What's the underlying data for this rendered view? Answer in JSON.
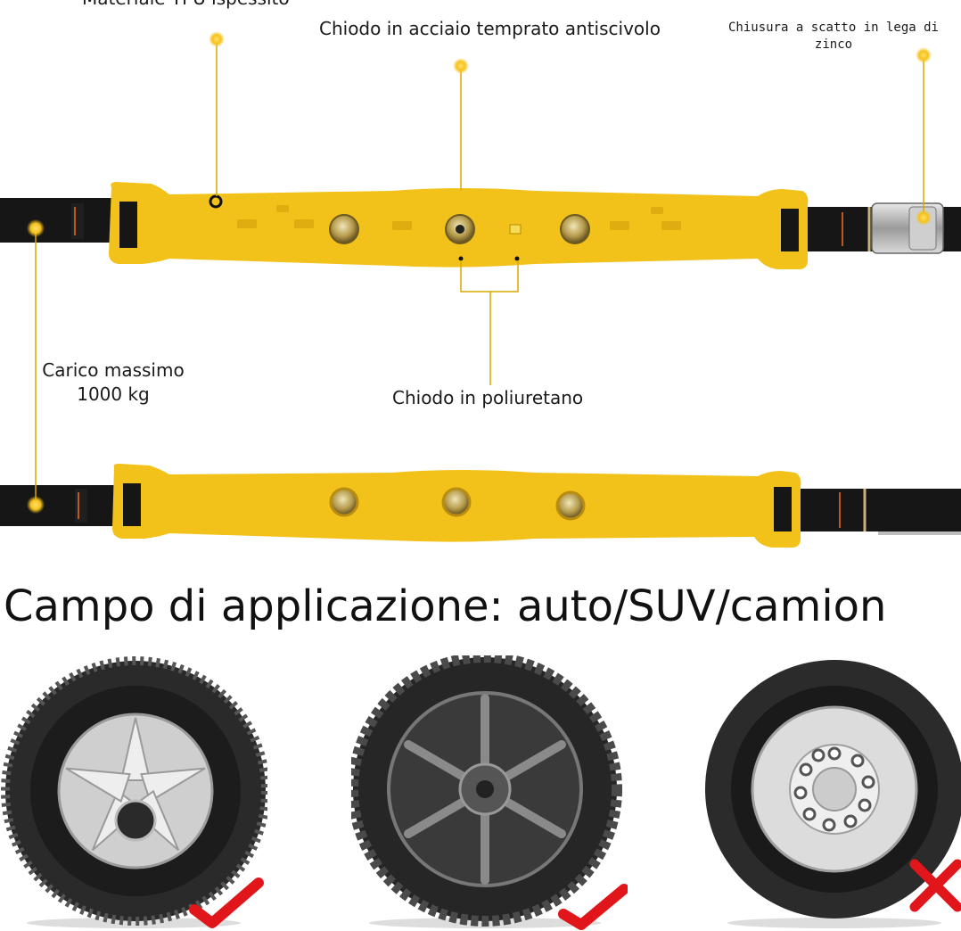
{
  "labels": {
    "tpu_material": "Materiale TPU ispessito",
    "steel_stud": "Chiodo in acciaio temprato antiscivolo",
    "zinc_buckle": "Chiusura a scatto in lega di zinco",
    "max_load": "Carico massimo 1000 kg",
    "pu_stud": "Chiodo in poliuretano"
  },
  "heading": "Campo di applicazione: auto/SUV/camion",
  "wheels": [
    {
      "type": "car",
      "status": "check"
    },
    {
      "type": "suv",
      "status": "check"
    },
    {
      "type": "truck",
      "status": "cross"
    }
  ],
  "colors": {
    "strap_yellow": "#f2c21b",
    "strap_black": "#161616",
    "callout_dot": "#f6c21c",
    "check_red": "#e0161b"
  },
  "icons": [
    "callout-dot-icon",
    "check-mark-icon",
    "cross-mark-icon"
  ]
}
